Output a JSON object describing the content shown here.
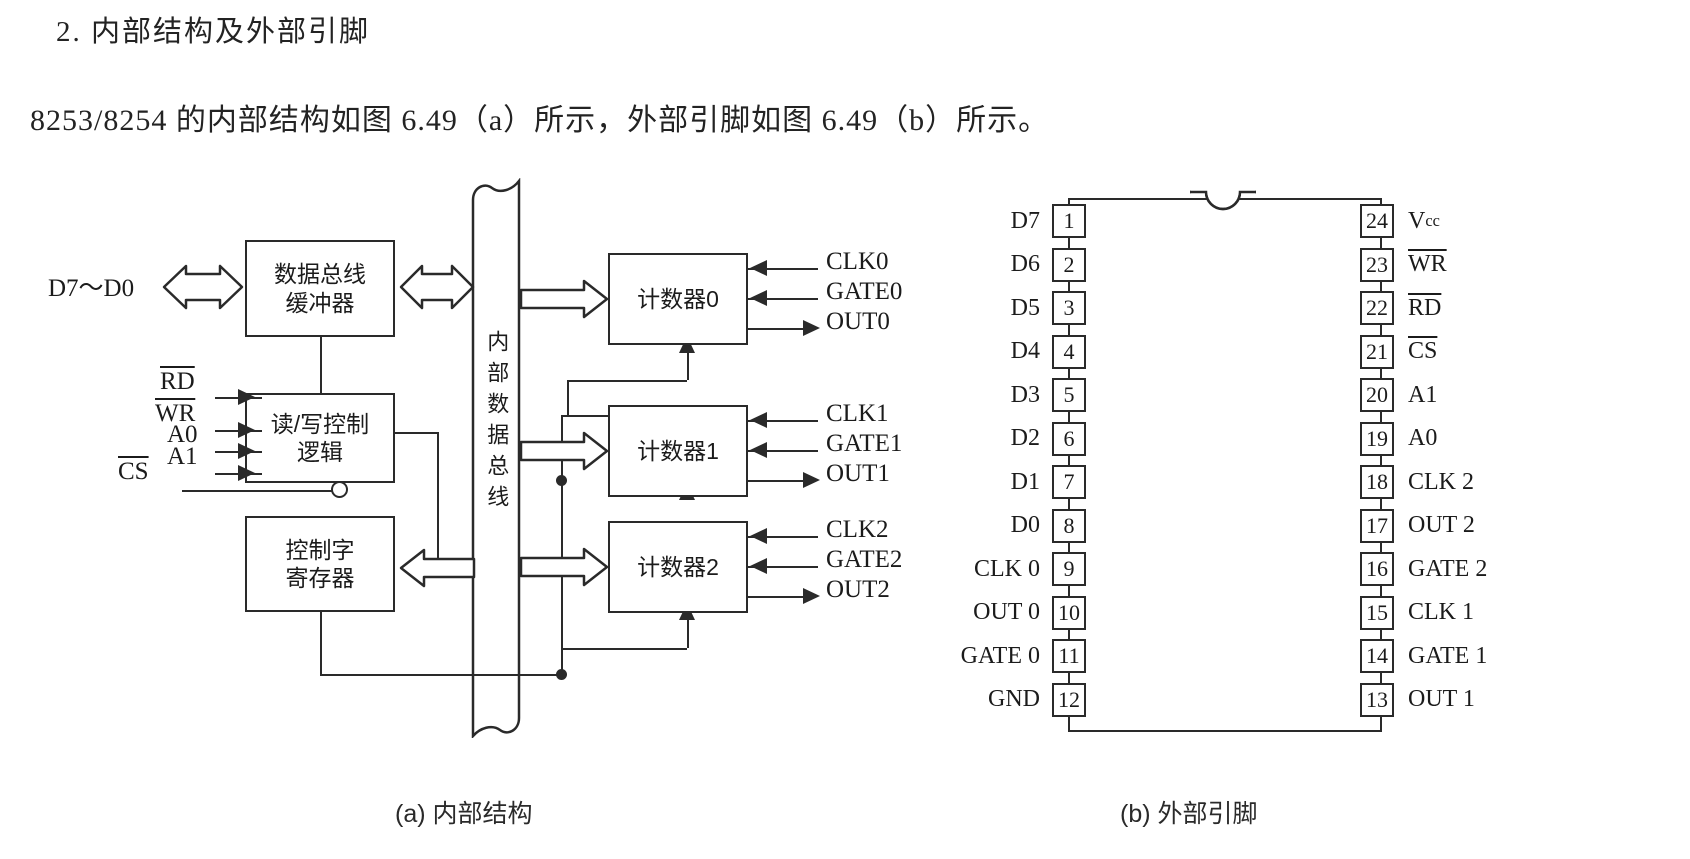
{
  "page": {
    "heading_number": "2.  内部结构及外部引脚",
    "body_text": "8253/8254 的内部结构如图 6.49（a）所示，外部引脚如图 6.49（b）所示。"
  },
  "figure_a": {
    "caption": "(a) 内部结构",
    "blocks": {
      "data_bus_buffer": {
        "line1": "数据总线",
        "line2": "缓冲器"
      },
      "rw_control_logic": {
        "line1": "读/写控制",
        "line2": "逻辑"
      },
      "control_word_register": {
        "line1": "控制字",
        "line2": "寄存器"
      },
      "counter0": "计数器0",
      "counter1": "计数器1",
      "counter2": "计数器2"
    },
    "internal_bus_label": "内部数据总线",
    "left_signals": {
      "data_lines": "D7～D0",
      "rd": "RD",
      "wr": "WR",
      "a0": "A0",
      "a1": "A1",
      "cs": "CS"
    },
    "counter_signals": [
      {
        "clk": "CLK0",
        "gate": "GATE0",
        "out": "OUT0"
      },
      {
        "clk": "CLK1",
        "gate": "GATE1",
        "out": "OUT1"
      },
      {
        "clk": "CLK2",
        "gate": "GATE2",
        "out": "OUT2"
      }
    ]
  },
  "figure_b": {
    "caption": "(b) 外部引脚",
    "left_pins": [
      {
        "num": "1",
        "name": "D7"
      },
      {
        "num": "2",
        "name": "D6"
      },
      {
        "num": "3",
        "name": "D5"
      },
      {
        "num": "4",
        "name": "D4"
      },
      {
        "num": "5",
        "name": "D3"
      },
      {
        "num": "6",
        "name": "D2"
      },
      {
        "num": "7",
        "name": "D1"
      },
      {
        "num": "8",
        "name": "D0"
      },
      {
        "num": "9",
        "name": "CLK 0"
      },
      {
        "num": "10",
        "name": "OUT 0"
      },
      {
        "num": "11",
        "name": "GATE 0"
      },
      {
        "num": "12",
        "name": "GND"
      }
    ],
    "right_pins": [
      {
        "num": "24",
        "name": "Vcc",
        "style": "subscript"
      },
      {
        "num": "23",
        "name": "WR",
        "style": "overline"
      },
      {
        "num": "22",
        "name": "RD",
        "style": "overline"
      },
      {
        "num": "21",
        "name": "CS",
        "style": "overline"
      },
      {
        "num": "20",
        "name": "A1",
        "style": "plain"
      },
      {
        "num": "19",
        "name": "A0",
        "style": "plain"
      },
      {
        "num": "18",
        "name": "CLK 2",
        "style": "plain"
      },
      {
        "num": "17",
        "name": "OUT 2",
        "style": "plain"
      },
      {
        "num": "16",
        "name": "GATE 2",
        "style": "plain"
      },
      {
        "num": "15",
        "name": "CLK 1",
        "style": "plain"
      },
      {
        "num": "14",
        "name": "GATE 1",
        "style": "plain"
      },
      {
        "num": "13",
        "name": "OUT 1",
        "style": "plain"
      }
    ]
  },
  "colors": {
    "ink": "#2a2a2a",
    "paper": "#ffffff"
  }
}
